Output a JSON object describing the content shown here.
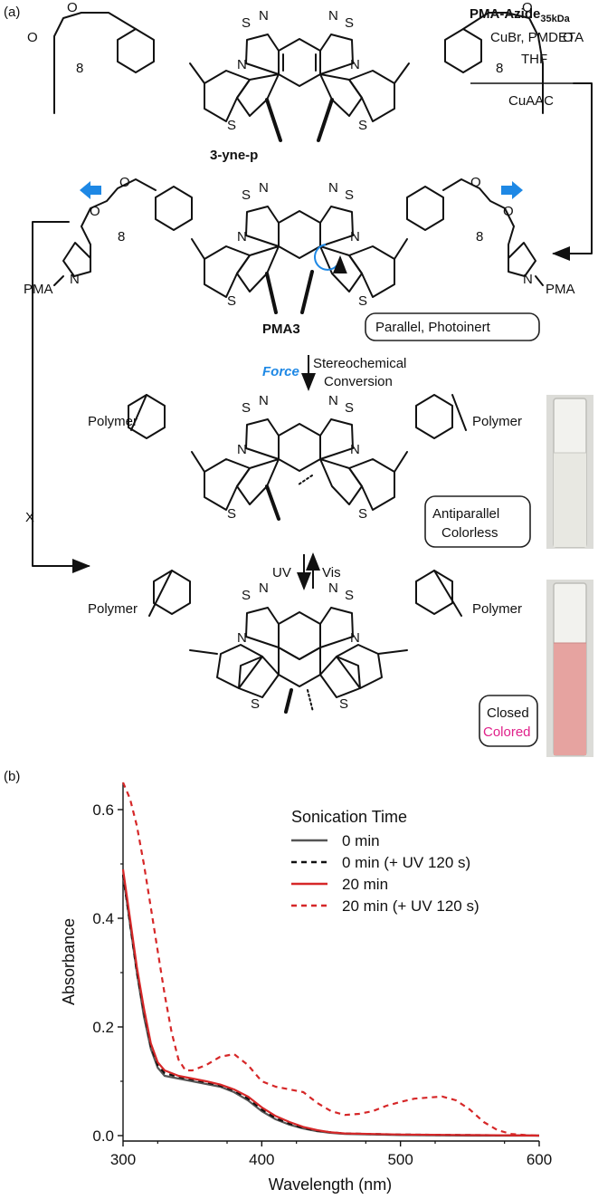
{
  "panel_a": {
    "label": "(a)",
    "reagents": {
      "line1_main": "PMA-Azide",
      "line1_sub": "35kDa",
      "line2": "CuBr, PMDETA",
      "line3": "THF",
      "line4": "CuAAC"
    },
    "compound_start": "3-yne-p",
    "compound_pma3": "PMA3",
    "subscript_n": "8",
    "atoms": {
      "N": "N",
      "S": "S",
      "O": "O",
      "PMA": "PMA"
    },
    "polymer": "Polymer",
    "force_label": "Force",
    "conversion_line1": "Stereochemical",
    "conversion_line2": "Conversion",
    "state_parallel": "Parallel, Photoinert",
    "state_antiparallel_1": "Antiparallel",
    "state_antiparallel_2": "Colorless",
    "state_closed_1": "Closed",
    "state_closed_2": "Colored",
    "uv": "UV",
    "vis": "Vis",
    "blocked_mark": "X",
    "colors": {
      "arrow_blue": "#1e88e5",
      "force_blue": "#1e88e5",
      "colored_magenta": "#e0218a",
      "vial_pink": "#e6a3a0"
    }
  },
  "panel_b": {
    "label": "(b)",
    "chart_data": {
      "type": "line",
      "xlabel": "Wavelength (nm)",
      "ylabel": "Absorbance",
      "xlim": [
        300,
        600
      ],
      "ylim": [
        -0.01,
        0.65
      ],
      "xticks": [
        300,
        400,
        500,
        600
      ],
      "yticks": [
        0.0,
        0.2,
        0.4,
        0.6
      ],
      "xtick_labels": [
        "300",
        "400",
        "500",
        "600"
      ],
      "ytick_labels": [
        "0.0",
        "0.2",
        "0.4",
        "0.6"
      ],
      "legend_title": "Sonication Time",
      "legend_position": "top-right",
      "grid": false,
      "series": [
        {
          "name": "0 min",
          "color": "#555555",
          "style": "solid",
          "x": [
            300,
            305,
            310,
            315,
            320,
            325,
            330,
            340,
            350,
            360,
            370,
            380,
            390,
            400,
            410,
            420,
            430,
            440,
            450,
            460,
            480,
            500,
            550,
            600
          ],
          "y": [
            0.48,
            0.39,
            0.3,
            0.22,
            0.16,
            0.125,
            0.11,
            0.105,
            0.1,
            0.095,
            0.09,
            0.08,
            0.065,
            0.045,
            0.03,
            0.02,
            0.013,
            0.008,
            0.005,
            0.003,
            0.002,
            0.001,
            0.0,
            0.0
          ]
        },
        {
          "name": "0 min (+ UV 120 s)",
          "color": "#111111",
          "style": "dashed",
          "x": [
            300,
            305,
            310,
            315,
            320,
            325,
            330,
            340,
            350,
            360,
            370,
            380,
            390,
            400,
            410,
            420,
            430,
            440,
            450,
            460,
            480,
            500,
            550,
            600
          ],
          "y": [
            0.48,
            0.39,
            0.3,
            0.23,
            0.165,
            0.13,
            0.115,
            0.108,
            0.103,
            0.098,
            0.092,
            0.083,
            0.068,
            0.048,
            0.032,
            0.022,
            0.014,
            0.009,
            0.006,
            0.004,
            0.003,
            0.002,
            0.001,
            0.0
          ]
        },
        {
          "name": "20 min",
          "color": "#d62728",
          "style": "solid",
          "x": [
            300,
            305,
            310,
            315,
            320,
            325,
            330,
            340,
            350,
            360,
            370,
            380,
            390,
            400,
            410,
            420,
            430,
            440,
            450,
            460,
            480,
            500,
            550,
            600
          ],
          "y": [
            0.49,
            0.4,
            0.31,
            0.235,
            0.17,
            0.135,
            0.12,
            0.11,
            0.105,
            0.1,
            0.094,
            0.085,
            0.072,
            0.052,
            0.036,
            0.025,
            0.016,
            0.01,
            0.006,
            0.004,
            0.003,
            0.002,
            0.001,
            0.0
          ]
        },
        {
          "name": "20 min (+ UV 120 s)",
          "color": "#d62728",
          "style": "dashed",
          "x": [
            300,
            305,
            310,
            315,
            320,
            325,
            330,
            335,
            340,
            345,
            350,
            360,
            370,
            380,
            390,
            400,
            410,
            420,
            430,
            440,
            450,
            460,
            470,
            480,
            490,
            500,
            510,
            520,
            530,
            540,
            550,
            560,
            570,
            580,
            590,
            600
          ],
          "y": [
            0.65,
            0.62,
            0.57,
            0.5,
            0.42,
            0.34,
            0.26,
            0.19,
            0.14,
            0.12,
            0.12,
            0.13,
            0.145,
            0.15,
            0.13,
            0.1,
            0.09,
            0.085,
            0.08,
            0.06,
            0.045,
            0.038,
            0.04,
            0.045,
            0.055,
            0.062,
            0.068,
            0.07,
            0.072,
            0.065,
            0.048,
            0.025,
            0.01,
            0.003,
            0.001,
            0.0
          ]
        }
      ]
    }
  }
}
